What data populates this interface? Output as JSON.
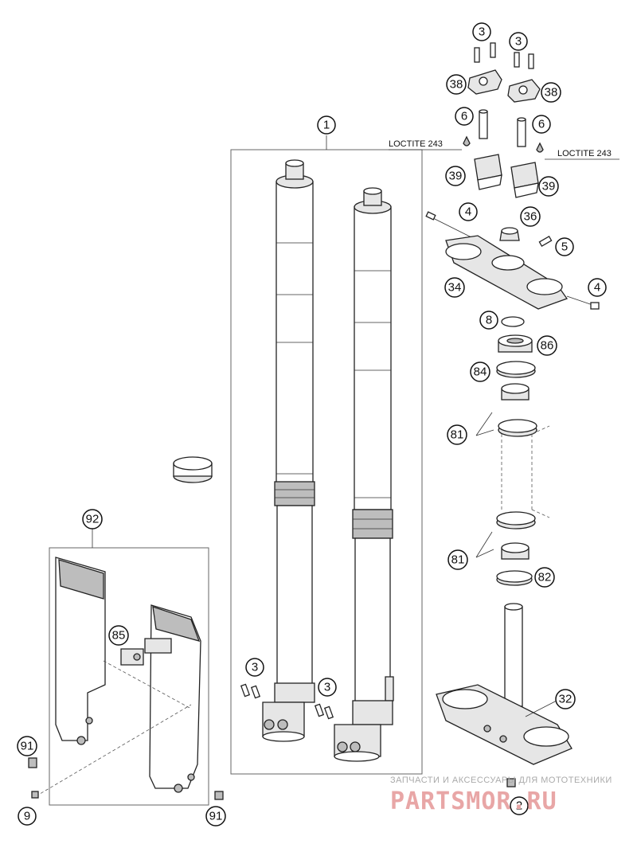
{
  "callouts": {
    "c1": "1",
    "c2": "2",
    "c3a": "3",
    "c3b": "3",
    "c3c": "3",
    "c3d": "3",
    "c4a": "4",
    "c4b": "4",
    "c5": "5",
    "c6a": "6",
    "c6b": "6",
    "c8": "8",
    "c9": "9",
    "c32": "32",
    "c34": "34",
    "c36": "36",
    "c38a": "38",
    "c38b": "38",
    "c39a": "39",
    "c39b": "39",
    "c81a": "81",
    "c81b": "81",
    "c82": "82",
    "c84": "84",
    "c85": "85",
    "c86": "86",
    "c91a": "91",
    "c91b": "91",
    "c92": "92"
  },
  "notes": {
    "loctite_left": "LOCTITE 243",
    "loctite_right": "LOCTITE 243"
  },
  "watermark": {
    "caption": "ЗАПЧАСТИ И АКСЕССУАРЫ ДЛЯ МОТОТЕХНИКИ",
    "brand": "PARTSMOR.RU"
  }
}
